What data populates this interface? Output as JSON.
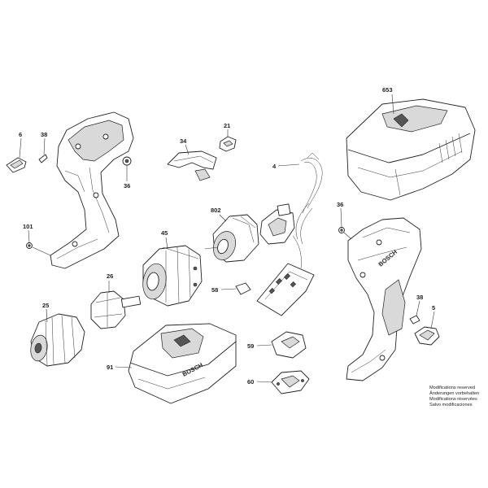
{
  "callouts": {
    "p6": "6",
    "p38a": "38",
    "p36a": "36",
    "p34": "34",
    "p21": "21",
    "p4": "4",
    "p653": "653",
    "p101": "101",
    "p802": "802",
    "p45": "45",
    "p36b": "36",
    "p26": "26",
    "p58": "58",
    "p25": "25",
    "p38b": "38",
    "p5": "5",
    "p59": "59",
    "p91": "91",
    "p60": "60"
  },
  "brand": {
    "battery": "BOSCH",
    "housing": "BOSCH"
  },
  "notes": [
    "Modifications reserved",
    "Änderungen vorbehalten",
    "Modifications réservées",
    "Salvo modificaciones"
  ]
}
